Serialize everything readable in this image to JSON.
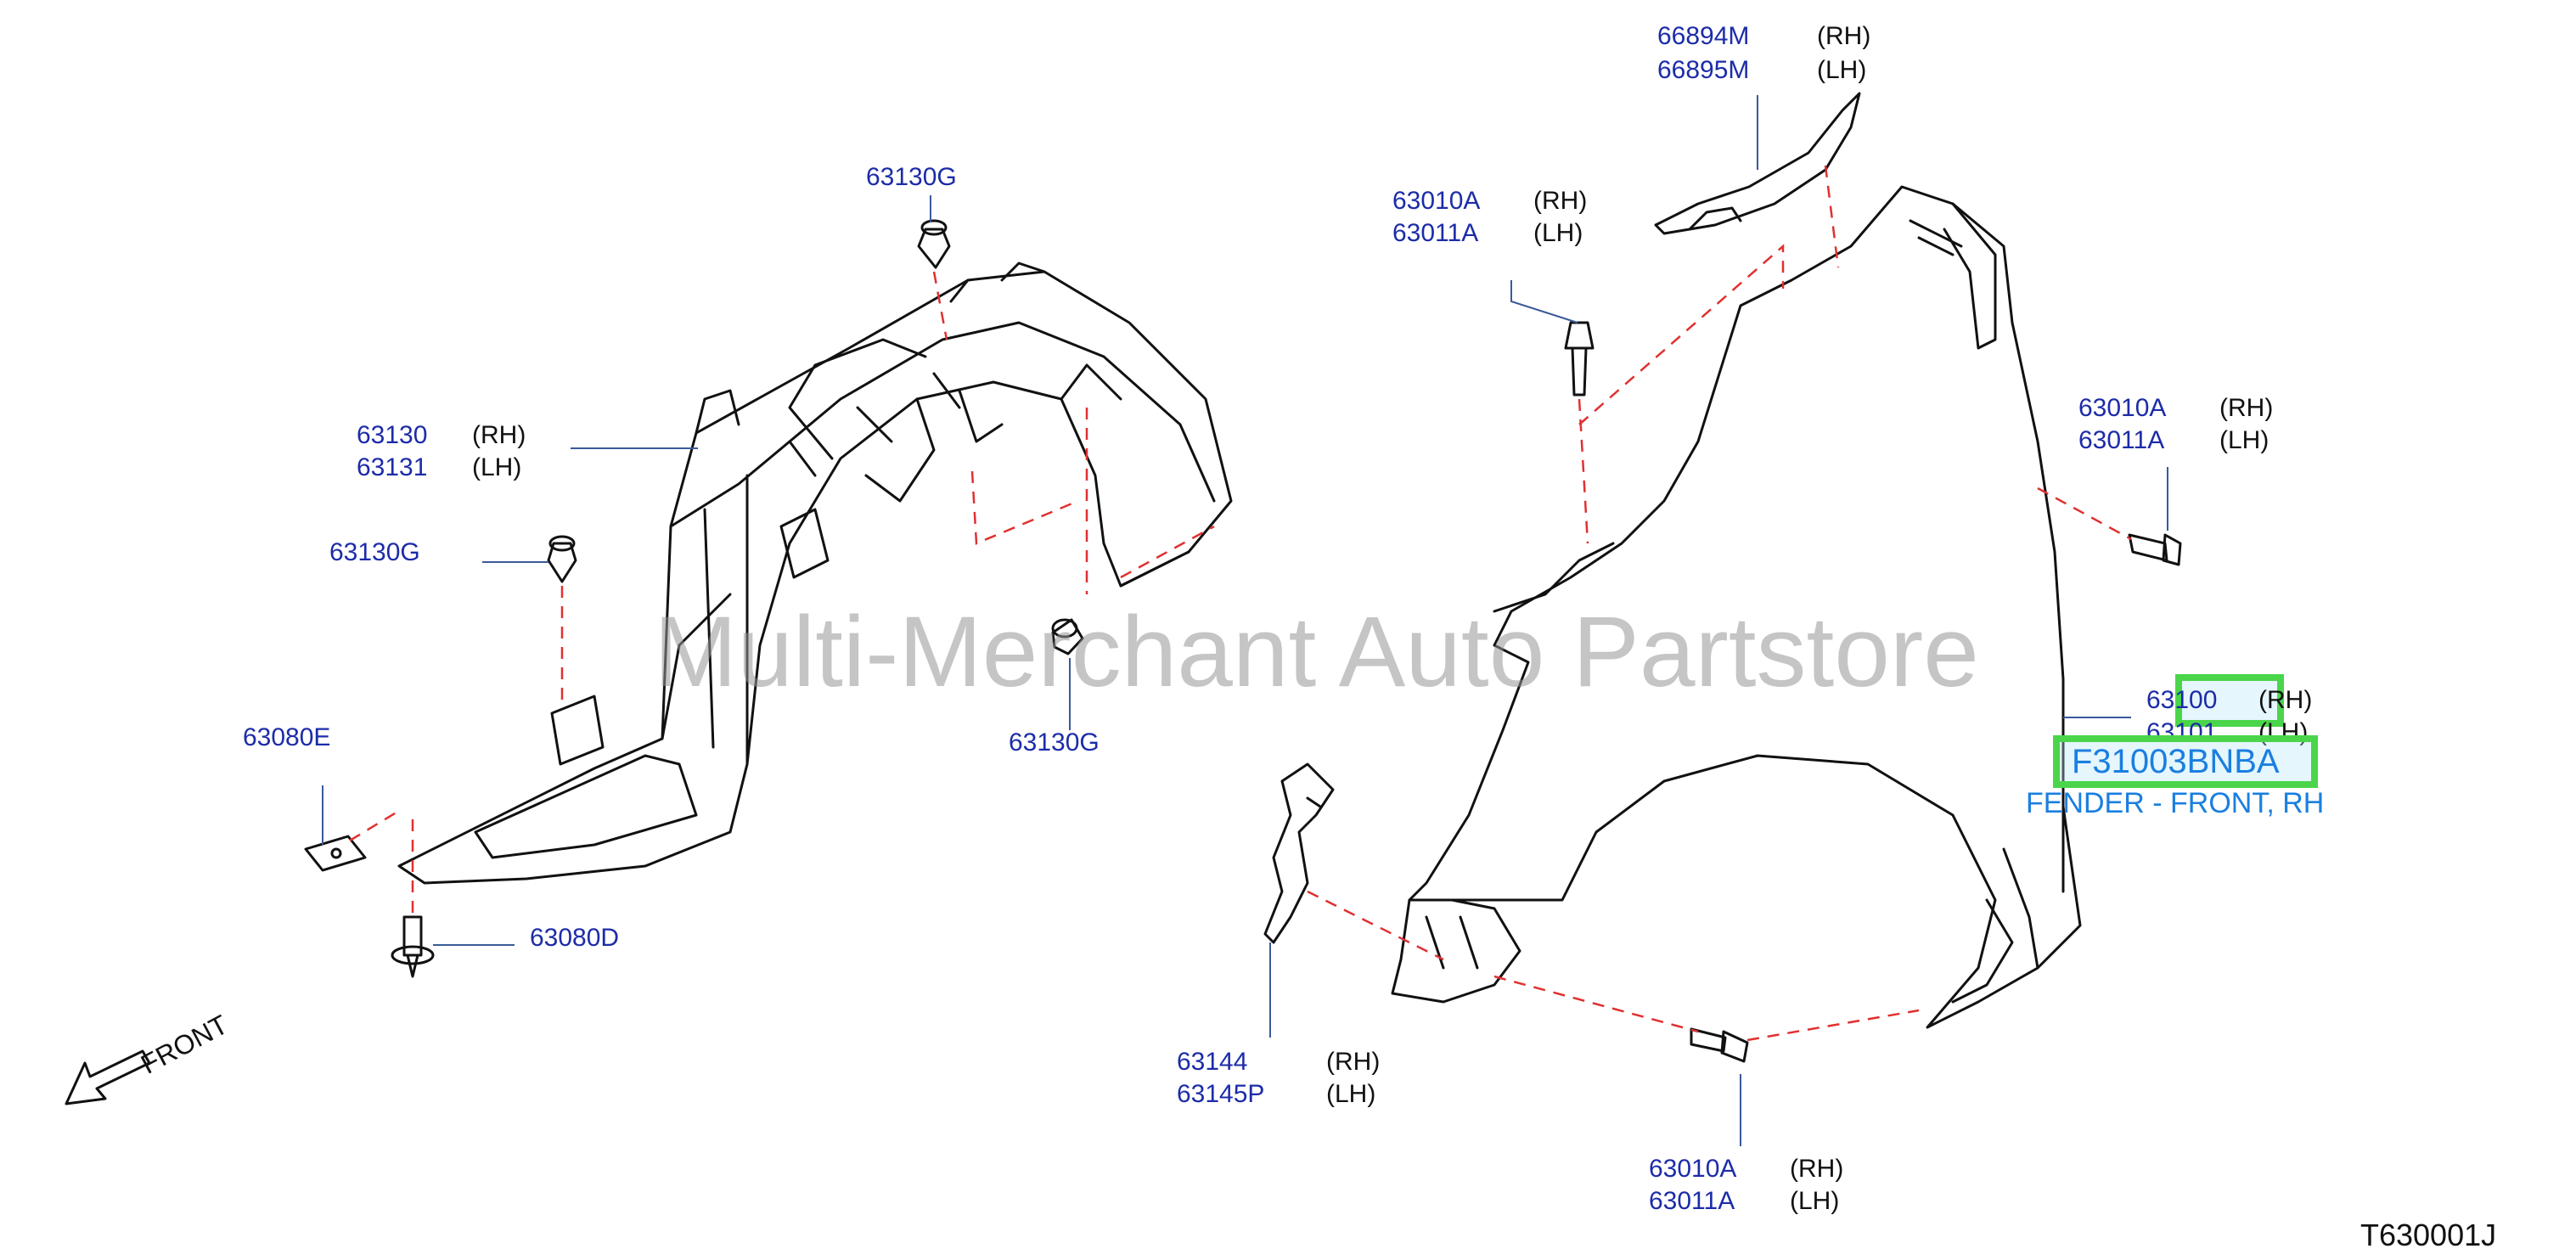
{
  "watermark": "Multi-Merchant Auto Partstore",
  "diagram_ref": "T630001J",
  "front_label": "FRONT",
  "callouts": [
    {
      "id": "c-66894m",
      "part": "66894M",
      "side": "(RH)"
    },
    {
      "id": "c-66895m",
      "part": "66895M",
      "side": "(LH)"
    },
    {
      "id": "c-63130g-top",
      "part": "63130G",
      "side": ""
    },
    {
      "id": "c-63010a-a",
      "part": "63010A",
      "side": "(RH)"
    },
    {
      "id": "c-63011a-a",
      "part": "63011A",
      "side": "(LH)"
    },
    {
      "id": "c-63130",
      "part": "63130",
      "side": "(RH)"
    },
    {
      "id": "c-63131",
      "part": "63131",
      "side": "(LH)"
    },
    {
      "id": "c-63010a-b",
      "part": "63010A",
      "side": "(RH)"
    },
    {
      "id": "c-63011a-b",
      "part": "63011A",
      "side": "(LH)"
    },
    {
      "id": "c-63130g-left",
      "part": "63130G",
      "side": ""
    },
    {
      "id": "c-63080e",
      "part": "63080E",
      "side": ""
    },
    {
      "id": "c-63130g-mid",
      "part": "63130G",
      "side": ""
    },
    {
      "id": "c-63100",
      "part": "63100",
      "side": "(RH)"
    },
    {
      "id": "c-63101",
      "part": "63101",
      "side": "(LH)"
    },
    {
      "id": "c-63080d",
      "part": "63080D",
      "side": ""
    },
    {
      "id": "c-63144",
      "part": "63144",
      "side": "(RH)"
    },
    {
      "id": "c-63145p",
      "part": "63145P",
      "side": "(LH)"
    },
    {
      "id": "c-63010a-c",
      "part": "63010A",
      "side": "(RH)"
    },
    {
      "id": "c-63011a-c",
      "part": "63011A",
      "side": "(LH)"
    }
  ],
  "highlight": {
    "part_number": "F31003BNBA",
    "description": "FENDER - FRONT, RH"
  },
  "colors": {
    "part_number": "#1c2ca8",
    "highlight_border": "#4ad54a",
    "highlight_text": "#1a7fe0",
    "dashed_line": "#e03030",
    "leader_line": "#3a5a9a"
  }
}
